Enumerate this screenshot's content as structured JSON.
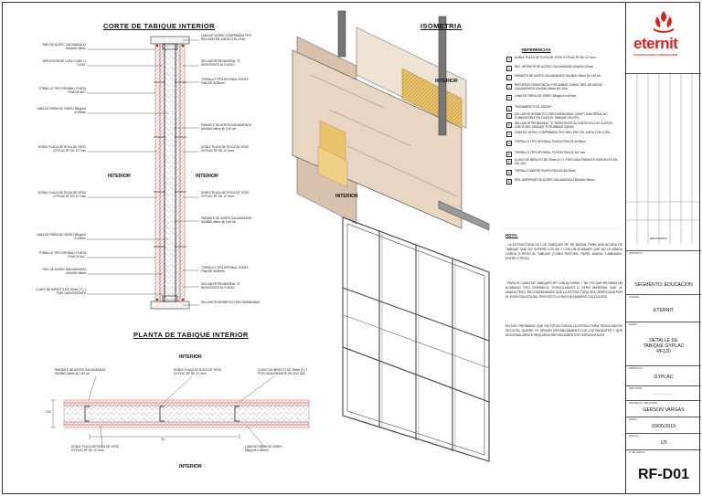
{
  "sections": {
    "corte_title": "CORTE DE TABIQUE INTERIOR",
    "isometria_title": "ISOMETRIA",
    "planta_title": "PLANTA DE TABIQUE INTERIOR",
    "interior": "INTERIOR"
  },
  "corte_left_labels": [
    "RIEL DE ACERO GALVANIZADO 60x40x0.45mm",
    "DEFLEXION DE LOSA \"L/360\" O \"L/240\"",
    "TORNILLO TIPO DRYWALL PUNTA FINA DE 6x1''",
    "LANA DE FIBRA DE VIDRIO 55kg/m3 e=50mm",
    "DOBLE PLACA DE ROCA DE YESO GYPLAC RF DE 12.7mm",
    "DOBLE PLACA DE ROCA DE YESO GYPLAC RF DE 12.7mm",
    "LANA DE FIBRA DE VIDRIO 55kg/m3 e=50mm",
    "TORNILLO TIPO DRYWALL PUNTA FINA DE 6x1''",
    "RIEL DE ACERO GALVANIZADO 60x40x0.45mm",
    "CLAVO DE IMPACTO DE 25mm (1'') 1 POR CADA PARANTE"
  ],
  "corte_right_labels": [
    "LANA DE VIDRIO COMPRIMIDA TIPO RELLENO EN JUNTA CON LOSA",
    "SELLADOR PROMASEAL \"S\" RESISTENTE AL FUEGO",
    "TORNILLO TIPO DRYWALL PUNTA FINA DE 6x25mm",
    "PARANTE DE ACERO GALVANIZADO 60x38x0.45mm @ 0.40 c/u",
    "DOBLE PLACA DE ROCA DE YESO GYPLAC RF DE 12.7mm",
    "DOBLE PLACA DE ROCA DE YESO GYPLAC RF DE 12.7mm",
    "PARANTE DE ACERO GALVANIZADO 60x38x0.45mm @ 0.40 c/u",
    "TORNILLO TIPO DRYWALL PUNTA FINA DE 6x25mm",
    "SELLADOR PROMASEAL \"S\" RESISTENTE AL FUEGO",
    "SELLADOR HERMETICO RECOMENDABLE"
  ],
  "planta_labels": {
    "tl": "PARANTE DE ACERO GALVANIZADO 60x38x0.45mm @ 0.40 c/u",
    "tc": "DOBLE PLACA DE ROCA DE YESO GYPLAC RF DE 12.7mm",
    "tr": "CLAVO DE IMPACTO DE 25mm (1'') 1 POR CADA PARANTE EN 2DO 2A3",
    "bl": "DOBLE PLACA DE ROCA DE YESO GYPLAC RF DE 12.7mm",
    "br": "LANA DE FIBRA DE VIDRIO 55kg/m3 e=50mm",
    "dim_v": "124",
    "dim_h": "10'"
  },
  "iso_labels": {
    "interior1": "INTERIOR",
    "interior2": "INTERIOR"
  },
  "referencias": {
    "title": "REFERENCIAS",
    "items": [
      {
        "n": "1",
        "text": "DOBLE PLACA DE ROCA DE YESO GYPLAC RF DE 12.7mm"
      },
      {
        "n": "2",
        "text": "RIEL INFERIOR DE ACERO GALVANIZADO 60x40x0.45mm"
      },
      {
        "n": "3",
        "text": "PARANTE DE ACERO GALVANIZADO 60x38x0.45mm @ 0.40 c/u"
      },
      {
        "n": "4",
        "text": "REFUERZO HORIZONTAL POR AMBAS CARAS. RIEL DE ACERO GALVANIZADO 60x40x0.45mm @1.20m"
      },
      {
        "n": "5",
        "text": "LANA DE FIBRA DE VIDRIO 55kg/m3 e=50mm"
      },
      {
        "n": "6",
        "text": "TRATAMIENTO DE JUNTAS"
      },
      {
        "n": "7",
        "text": "SELLADOR HERMETICO RECOMENDABLE (SHAFT A MATERIAL NO COMBUSTIBLE EN CASO EL TABIQUE SEA RF)"
      },
      {
        "n": "8",
        "text": "SELLADOR PROMASEAL \"S\" RESISTENTE AL FUEGO EN LOS CUATRO LADOS DEL TABIQUE, POR AMBAS CARAS"
      },
      {
        "n": "9",
        "text": "LANA DE VIDRIO COMPRIMIDA TIPO RELLENO EN JUNTA CON LOSA"
      },
      {
        "n": "10",
        "text": "TORNILLO TIPO DRYWALL PUNTA FINA DE 6x25mm"
      },
      {
        "n": "11",
        "text": "TORNILLO TIPO DRYWALL PUNTA FINA DE 6x1''mm"
      },
      {
        "n": "12",
        "text": "CLAVO DE IMPACTO DE 25mm (1'') 1 POR CADA PARANTE DISPUESTO EN ZIG ZAG"
      },
      {
        "n": "13",
        "text": "TORNILLO WAFER PUNTA FINA DE 8x1/2mm"
      },
      {
        "n": "14",
        "text": "RIEL SUPERIOR DE ACERO GALVANIZADO 60x40x0.45mm"
      }
    ]
  },
  "nota": {
    "title": "NOTA:",
    "paragraphs": [
      "- LA ESTRUCTURA DE LOS TABIQUES RF SE BASAN, PARA UNA ALTURA DE TABIQUE QUE NO SUPERE LOS 3M Y CON UN ACABADO QUE NO LE AÑADA CARGA O PESO AL TABIQUE (COMO PINTURA, PAPEL MURAL, LAMINADO, ENTRE OTROS)",
      "- PARA EL CASO DE TABIQUES RF CON ALTURAS > 3M Y/O QUE RECIBAN UN ACABADO TIPO CERAMICO, PORCELANATO U OTRO MATERIAL QUE LE AÑADA PESO, RECOMENDAMOS QUE LA ESTRUCTURA SEA VERIFICADA POR EL ESPECIALISTA DEL PROYECTO COMO UN NUMERO CALCULISTA.",
      "EN MUY PROBABLE QUE EN ESTOS CASOS LA ESTRUCTURA TENGA MAYOR SECCIÓN, QUIERE YO SENIOR DISTANCIAMIENTO DE LOS PARANTES Y QUE ADICIONALMENTE REQUIERA REFORZAMIENTOS HORIZONTALES"
    ]
  },
  "title_block": {
    "brand": "eternit",
    "brand_sub": "CONSTRUCCION CORPORACIÓN",
    "revisiones": "REVISIONES",
    "proyecto_label": "PROYECTO",
    "proyecto": "SEGMENTO: EDUCACION",
    "cliente_label": "CLIENTE",
    "cliente": "ETERNIT",
    "plano_label": "PLANO",
    "plano": "DETALLE DE TABIQUE GYPLAC RF120",
    "producto_label": "PRODUCTO",
    "producto": "GYPLAC",
    "ubicacion_label": "UBICACION",
    "ubicacion": "- - - - - - - - - -",
    "dibujante_label": "PROYECTO / DIBUJANTE",
    "dibujante": "GERSON VARGAS",
    "fecha_label": "FECHA",
    "fecha": "03/05/2019",
    "escala_label": "ESCALA",
    "escala": "1/5",
    "lamina_label": "N° DE LAMINA",
    "lamina": "RF-D01"
  },
  "colors": {
    "brand_red": "#d7261e",
    "hatch_pink": "#e58a9a",
    "insulation": "#e9c36c",
    "board": "#d8c2ad"
  }
}
